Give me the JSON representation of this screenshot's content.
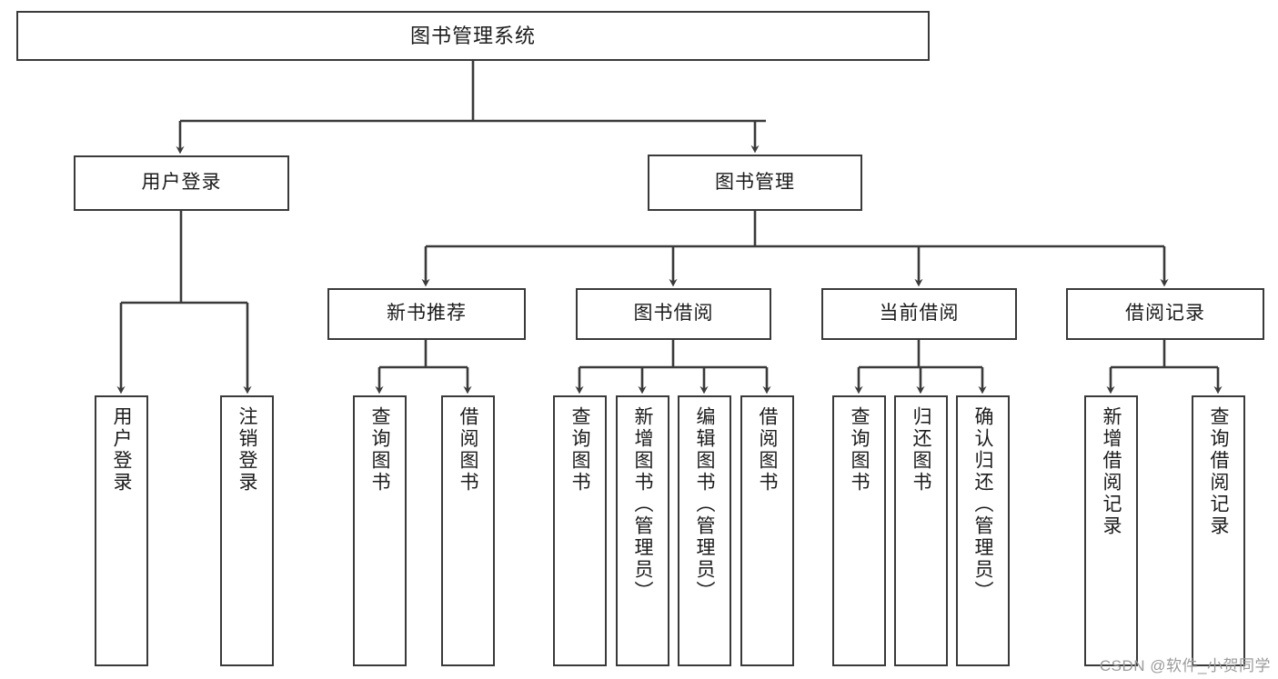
{
  "diagram": {
    "title": "图书管理系统",
    "type": "tree-hierarchy",
    "watermark": "CSDN @软件_小贺同学",
    "colors": {
      "box_border": "#3a3a3a",
      "box_fill": "#ffffff",
      "edge": "#3a3a3a",
      "text": "#1b1b1b",
      "watermark": "#9b9b9b"
    }
  },
  "nodes": {
    "root": {
      "label": "图书管理系统"
    },
    "level2": [
      {
        "label": "用户登录"
      },
      {
        "label": "图书管理"
      }
    ],
    "level3": [
      {
        "label": "新书推荐"
      },
      {
        "label": "图书借阅"
      },
      {
        "label": "当前借阅"
      },
      {
        "label": "借阅记录"
      }
    ],
    "leaves": {
      "user_login": [
        {
          "label": "用户登录"
        },
        {
          "label": "注销登录"
        }
      ],
      "new_book": [
        {
          "label": "查询图书"
        },
        {
          "label": "借阅图书"
        }
      ],
      "book_borrow": [
        {
          "label": "查询图书"
        },
        {
          "label": "新增图书（管理员）"
        },
        {
          "label": "编辑图书（管理员）"
        },
        {
          "label": "借阅图书"
        }
      ],
      "current_borrow": [
        {
          "label": "查询图书"
        },
        {
          "label": "归还图书"
        },
        {
          "label": "确认归还（管理员）"
        }
      ],
      "borrow_record": [
        {
          "label": "新增借阅记录"
        },
        {
          "label": "查询借阅记录"
        }
      ]
    }
  }
}
